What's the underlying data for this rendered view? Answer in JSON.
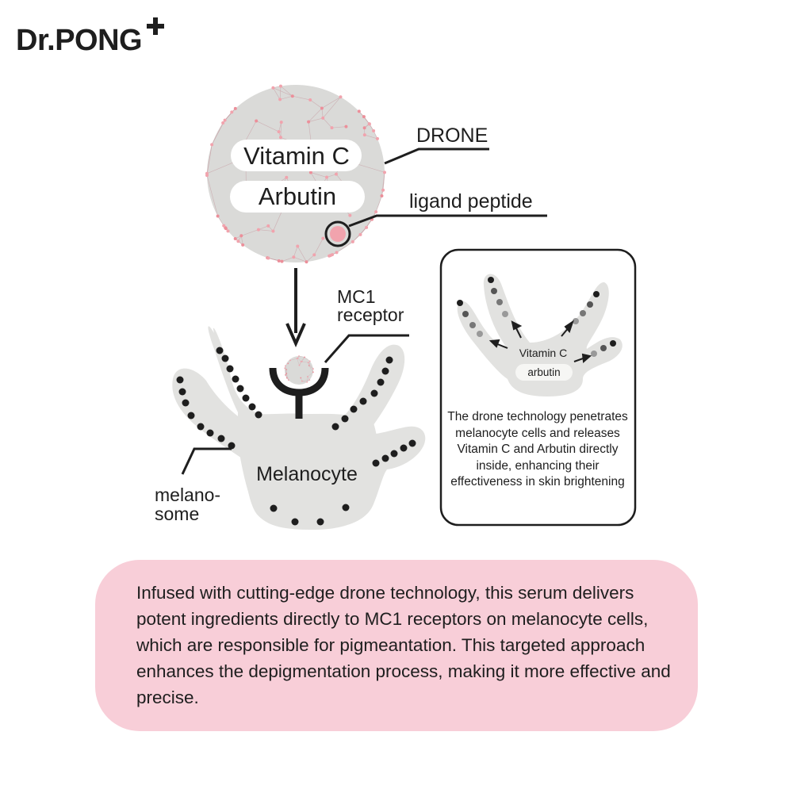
{
  "brand": {
    "name": "Dr.PONG",
    "plus_icon": "plus-icon"
  },
  "drone": {
    "ingredient_1": "Vitamin C",
    "ingredient_2": "Arbutin",
    "label": "DRONE",
    "ligand_label": "ligand  peptide"
  },
  "receptor": {
    "label_line_1": "MC1",
    "label_line_2": "receptor"
  },
  "melanocyte": {
    "label": "Melanocyte",
    "melanosome_line_1": "melano-",
    "melanosome_line_2": "some"
  },
  "inset": {
    "ingredient_1": "Vitamin C",
    "ingredient_2": "arbutin",
    "caption": "The drone technology penetrates melanocyte cells and releases Vitamin C and Arbutin directly inside, enhancing their effectiveness in skin brightening"
  },
  "info": {
    "text": "Infused with cutting-edge drone technology, this serum delivers potent ingredients directly to MC1 receptors on melanocyte cells, which are responsible for pigmeantation. This targeted approach enhances the depigmentation process, making it more effective and precise."
  },
  "colors": {
    "pink_box": "#f8ced8",
    "cell_gray": "#e2e2e0",
    "dark": "#1e1e1e",
    "ligand_pink": "#f1a3ad"
  }
}
